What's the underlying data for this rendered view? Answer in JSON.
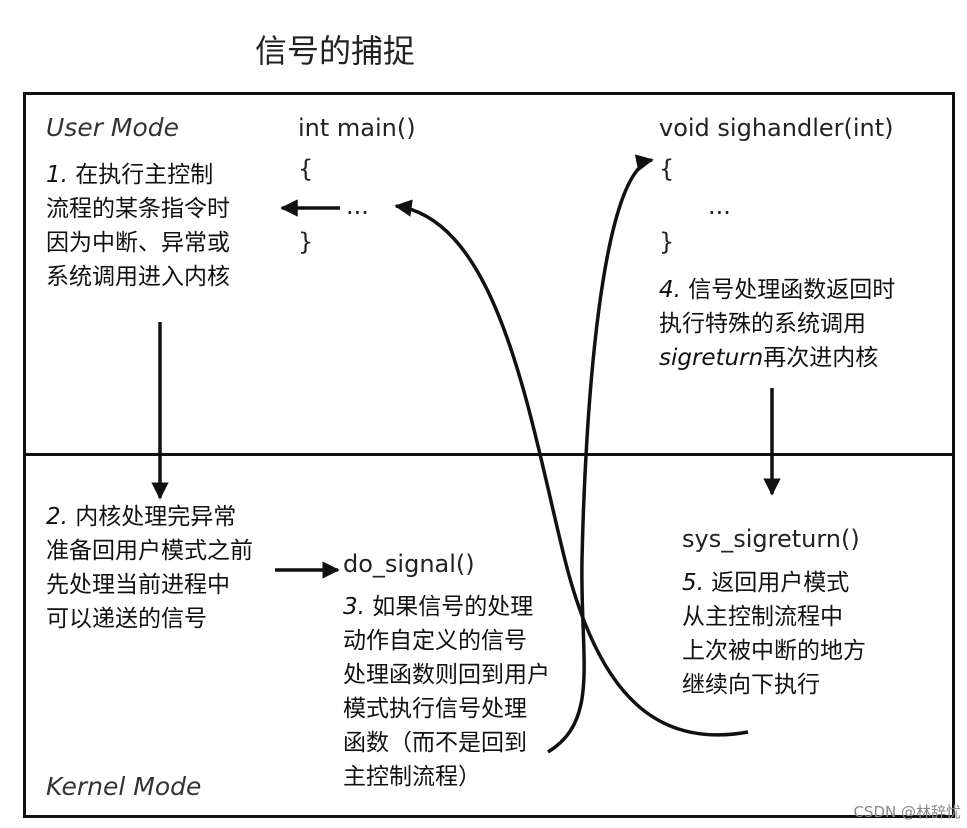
{
  "title": "信号的捕捉",
  "modes": {
    "user": "User Mode",
    "kernel": "Kernel Mode"
  },
  "main_code": {
    "signature": "int main()",
    "open": "{",
    "ellipsis": "...",
    "close": "}"
  },
  "handler_code": {
    "signature": "void sighandler(int)",
    "open": "{",
    "ellipsis": "...",
    "close": "}"
  },
  "steps": {
    "s1": {
      "num": "1.",
      "lines": [
        "在执行主控制",
        "流程的某条指令时",
        "因为中断、异常或",
        "系统调用进入内核"
      ]
    },
    "s2": {
      "num": "2.",
      "lines": [
        "内核处理完异常",
        "准备回用户模式之前",
        "先处理当前进程中",
        "可以递送的信号"
      ]
    },
    "s3": {
      "func": "do_signal()",
      "num": "3.",
      "lines": [
        "如果信号的处理",
        "动作自定义的信号",
        "处理函数则回到用户",
        "模式执行信号处理",
        "函数（而不是回到",
        "主控制流程）"
      ]
    },
    "s4": {
      "num": "4.",
      "lines": [
        "信号处理函数返回时",
        "执行特殊的系统调用"
      ],
      "italic_word": "sigreturn",
      "tail": "再次进内核"
    },
    "s5": {
      "func": "sys_sigreturn()",
      "num": "5.",
      "lines": [
        "返回用户模式",
        "从主控制流程中",
        "上次被中断的地方",
        "继续向下执行"
      ]
    }
  },
  "watermark": "CSDN @林辞忧",
  "colors": {
    "line": "#111111",
    "background": "#ffffff"
  }
}
